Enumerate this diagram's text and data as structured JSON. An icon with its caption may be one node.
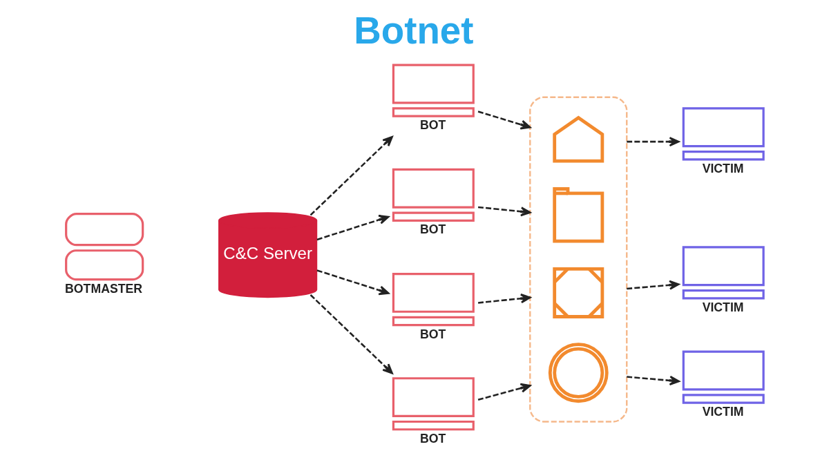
{
  "diagram": {
    "title": "Botnet",
    "nodes": [
      {
        "text": [
          "BOTMASTER"
        ]
      },
      {
        "text": [
          "C&C Server"
        ]
      },
      {
        "text": [
          "BOT"
        ]
      },
      {
        "text": [
          "BOT"
        ]
      },
      {
        "text": [
          "BOT"
        ]
      },
      {
        "text": [
          "BOT"
        ]
      },
      {
        "text": [],
        "shape": "box"
      },
      {
        "text": [],
        "shape": "picture",
        "in": 6
      },
      {
        "text": [],
        "shape": "picture",
        "in": 6
      },
      {
        "text": [],
        "shape": "picture",
        "in": 6
      },
      {
        "text": [],
        "shape": "picture",
        "in": 6
      },
      {
        "text": [
          "VICTIM"
        ]
      },
      {
        "text": [
          "VICTIM"
        ]
      },
      {
        "text": [
          "VICTIM"
        ]
      }
    ],
    "edges": [
      {
        "from": 1,
        "to": 2,
        "arrow": "to",
        "style": "dashed"
      },
      {
        "from": 1,
        "to": 3,
        "arrow": "to",
        "style": "dashed"
      },
      {
        "from": 1,
        "to": 4,
        "arrow": "to",
        "style": "dashed"
      },
      {
        "from": 1,
        "to": 5,
        "arrow": "to",
        "style": "dashed"
      },
      {
        "from": 2,
        "to": 6,
        "arrow": "to",
        "style": "dashed"
      },
      {
        "from": 3,
        "to": 6,
        "arrow": "to",
        "style": "dashed"
      },
      {
        "from": 4,
        "to": 6,
        "arrow": "to",
        "style": "dashed"
      },
      {
        "from": 5,
        "to": 6,
        "arrow": "to",
        "style": "dashed"
      },
      {
        "from": 6,
        "to": 11,
        "arrow": "to",
        "style": "dashed"
      },
      {
        "from": 6,
        "to": 12,
        "arrow": "to",
        "style": "dashed"
      },
      {
        "from": 6,
        "to": 13,
        "arrow": "to",
        "style": "dashed"
      }
    ]
  }
}
